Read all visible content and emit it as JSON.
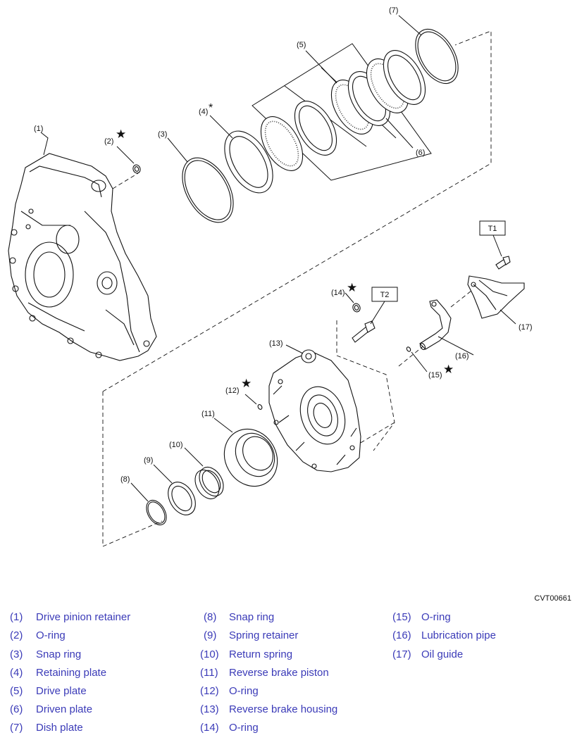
{
  "figure": {
    "code": "CVT00661",
    "callouts": [
      "(1)",
      "(2)",
      "(3)",
      "(4)",
      "(5)",
      "(6)",
      "(7)",
      "(8)",
      "(9)",
      "(10)",
      "(11)",
      "(12)",
      "(13)",
      "(14)",
      "(15)",
      "(16)",
      "(17)"
    ],
    "torque_tags": [
      "T1",
      "T2"
    ],
    "star_symbol": "★",
    "asterisk_symbol": "*"
  },
  "legend": [
    {
      "num": "(1)",
      "label": "Drive pinion retainer"
    },
    {
      "num": "(2)",
      "label": "O-ring"
    },
    {
      "num": "(3)",
      "label": "Snap ring"
    },
    {
      "num": "(4)",
      "label": "Retaining plate"
    },
    {
      "num": "(5)",
      "label": "Drive plate"
    },
    {
      "num": "(6)",
      "label": "Driven plate"
    },
    {
      "num": "(7)",
      "label": "Dish plate"
    },
    {
      "num": "(8)",
      "label": "Snap ring"
    },
    {
      "num": "(9)",
      "label": "Spring retainer"
    },
    {
      "num": "(10)",
      "label": "Return spring"
    },
    {
      "num": "(11)",
      "label": "Reverse brake piston"
    },
    {
      "num": "(12)",
      "label": "O-ring"
    },
    {
      "num": "(13)",
      "label": "Reverse brake housing"
    },
    {
      "num": "(14)",
      "label": "O-ring"
    },
    {
      "num": "(15)",
      "label": "O-ring"
    },
    {
      "num": "(16)",
      "label": "Lubrication pipe"
    },
    {
      "num": "(17)",
      "label": "Oil guide"
    }
  ]
}
